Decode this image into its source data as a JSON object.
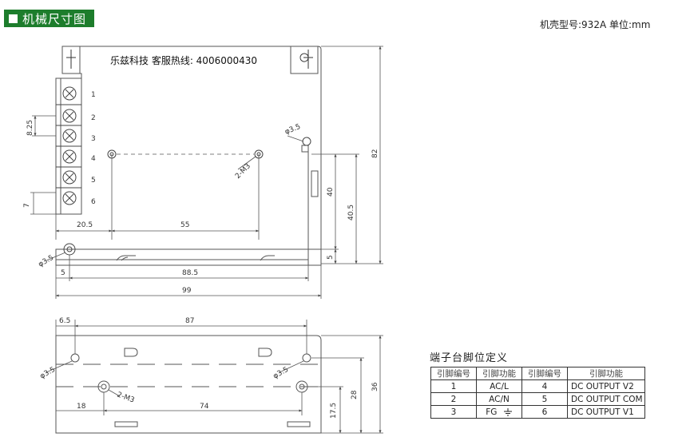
{
  "header": {
    "title": "机械尺寸图",
    "meta": "机壳型号:932A 单位:mm"
  },
  "drawing": {
    "hotline": "乐兹科技 客服热线: 4006000430",
    "terminal_numbers": [
      "1",
      "2",
      "3",
      "4",
      "5",
      "6"
    ],
    "top_view": {
      "dims": {
        "pitch": "8.25",
        "spacing": "7",
        "left_offset": "20.5",
        "hole_spacing": "55",
        "hole_dia_top": "φ3.5",
        "mount": "2-M3",
        "height_40": "40",
        "height_40_5": "40.5",
        "height_82": "82",
        "hole_dia_bottom": "φ3.5",
        "edge_5_right": "5",
        "edge_5_left": "5",
        "length_88_5": "88.5",
        "length_99": "99"
      }
    },
    "side_view": {
      "dims": {
        "offset_6_5": "6.5",
        "length_87": "87",
        "hole_dia_left": "φ3.5",
        "hole_dia_right": "φ3.5",
        "mount": "2-M3",
        "offset_18": "18",
        "spacing_74": "74",
        "height_17_5": "17.5",
        "height_28": "28",
        "height_36": "36"
      }
    }
  },
  "pin_table": {
    "caption": "端子台脚位定义",
    "headers": [
      "引脚编号",
      "引脚功能",
      "引脚编号",
      "引脚功能"
    ],
    "rows": [
      [
        "1",
        "AC/L",
        "4",
        "DC OUTPUT V2"
      ],
      [
        "2",
        "AC/N",
        "5",
        "DC OUTPUT COM"
      ],
      [
        "3",
        "FG",
        "6",
        "DC OUTPUT V1"
      ]
    ]
  }
}
